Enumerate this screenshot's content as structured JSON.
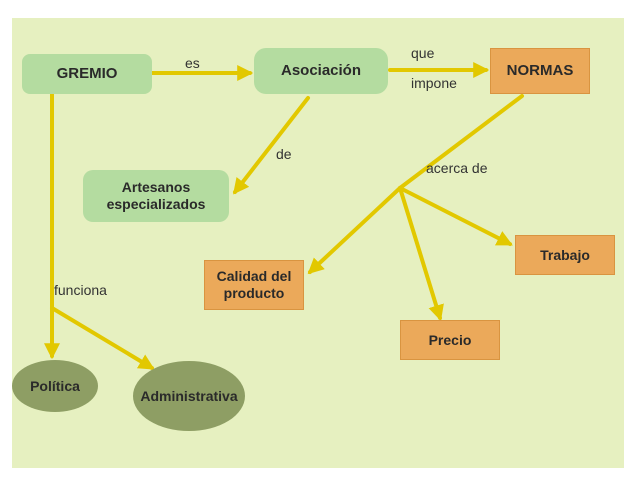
{
  "colors": {
    "background": "#e6f0c0",
    "arrow": "#e2c800",
    "green_node": "#b4dca0",
    "orange_node": "#eba95a",
    "oval_node": "#8e9e64"
  },
  "nodes": {
    "gremio": "GREMIO",
    "asociacion": "Asociación",
    "normas": "NORMAS",
    "artesanos_line1": "Artesanos",
    "artesanos_line2": "especializados",
    "calidad_line1": "Calidad del",
    "calidad_line2": "producto",
    "trabajo": "Trabajo",
    "precio": "Precio",
    "politica": "Política",
    "administrativa": "Administrativa"
  },
  "links": {
    "es": "es",
    "que": "que",
    "impone": "impone",
    "de": "de",
    "acerca_de": "acerca de",
    "funciona": "funciona"
  }
}
